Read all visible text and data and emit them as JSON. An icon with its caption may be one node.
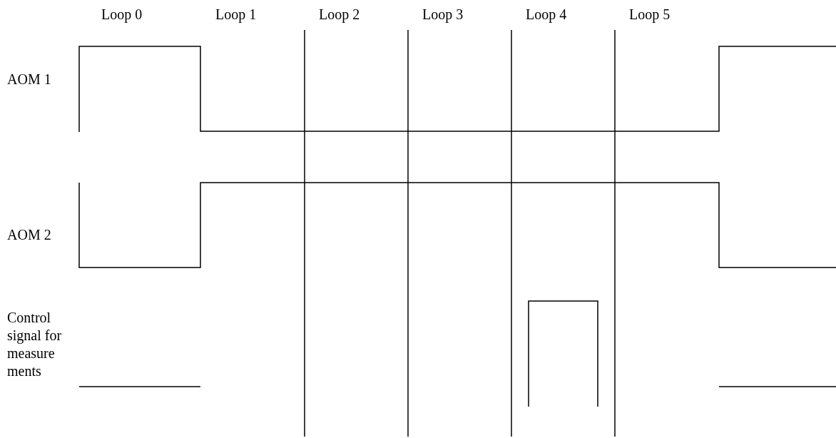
{
  "diagram": {
    "labels": [
      "Loop 0",
      "Loop 1",
      "Loop 2",
      "Loop 3",
      "Loop 4",
      "Loop 5",
      "AOM 1",
      "AOM 2",
      "Control signal for measure ments"
    ]
  }
}
